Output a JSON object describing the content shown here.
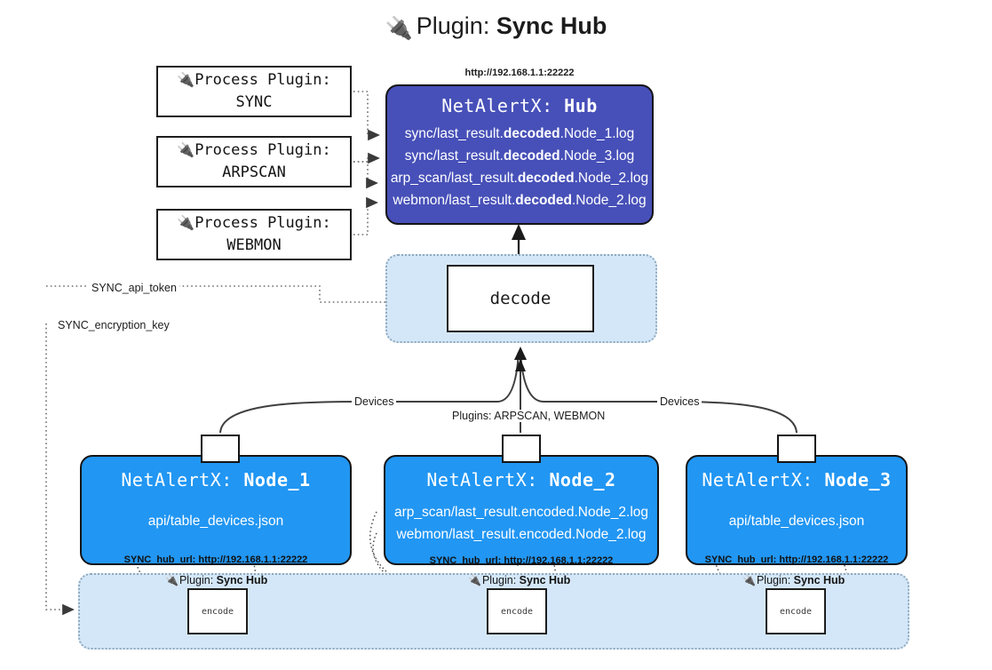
{
  "title": {
    "icon": "plug-icon",
    "prefix": "Plugin: ",
    "name": "Sync Hub"
  },
  "process_plugins": [
    {
      "heading": "Process Plugin:",
      "name": "SYNC"
    },
    {
      "heading": "Process Plugin:",
      "name": "ARPSCAN"
    },
    {
      "heading": "Process Plugin:",
      "name": "WEBMON"
    }
  ],
  "hub": {
    "url": "http://192.168.1.1:22222",
    "title_prefix": "NetAlertX: ",
    "title_name": "Hub",
    "logs": [
      {
        "pre": "sync/last_result.",
        "bold": "decoded",
        "post": ".Node_1.log"
      },
      {
        "pre": "sync/last_result.",
        "bold": "decoded",
        "post": ".Node_3.log"
      },
      {
        "pre": "arp_scan/last_result.",
        "bold": "decoded",
        "post": ".Node_2.log"
      },
      {
        "pre": "webmon/last_result.",
        "bold": "decoded",
        "post": ".Node_2.log"
      }
    ]
  },
  "decode": {
    "label": "decode"
  },
  "edge_labels": {
    "api_token": "SYNC_api_token",
    "encryption_key": "SYNC_encryption_key",
    "devices_left": "Devices",
    "devices_right": "Devices",
    "plugins_mid": "Plugins: ARPSCAN, WEBMON"
  },
  "nodes": [
    {
      "title_prefix": "NetAlertX: ",
      "title_name": "Node_1",
      "lines": [
        "api/table_devices.json"
      ],
      "hub_url": "SYNC_hub_url: http://192.168.1.1:22222"
    },
    {
      "title_prefix": "NetAlertX: ",
      "title_name": "Node_2",
      "lines": [
        "arp_scan/last_result.encoded.Node_2.log",
        "webmon/last_result.encoded.Node_2.log"
      ],
      "hub_url": "SYNC_hub_url: http://192.168.1.1:22222"
    },
    {
      "title_prefix": "NetAlertX: ",
      "title_name": "Node_3",
      "lines": [
        "api/table_devices.json"
      ],
      "hub_url": "SYNC_hub_url: http://192.168.1.1:22222"
    }
  ],
  "band": {
    "plugin_label_prefix": "Plugin: ",
    "plugin_label_name": "Sync Hub",
    "encode_label": "encode"
  },
  "colors": {
    "hub_fill": "#4750B8",
    "node_fill": "#2196F3",
    "container_fill": "#d4e7f8",
    "container_border": "#8fa9bd",
    "stroke": "#141414"
  }
}
